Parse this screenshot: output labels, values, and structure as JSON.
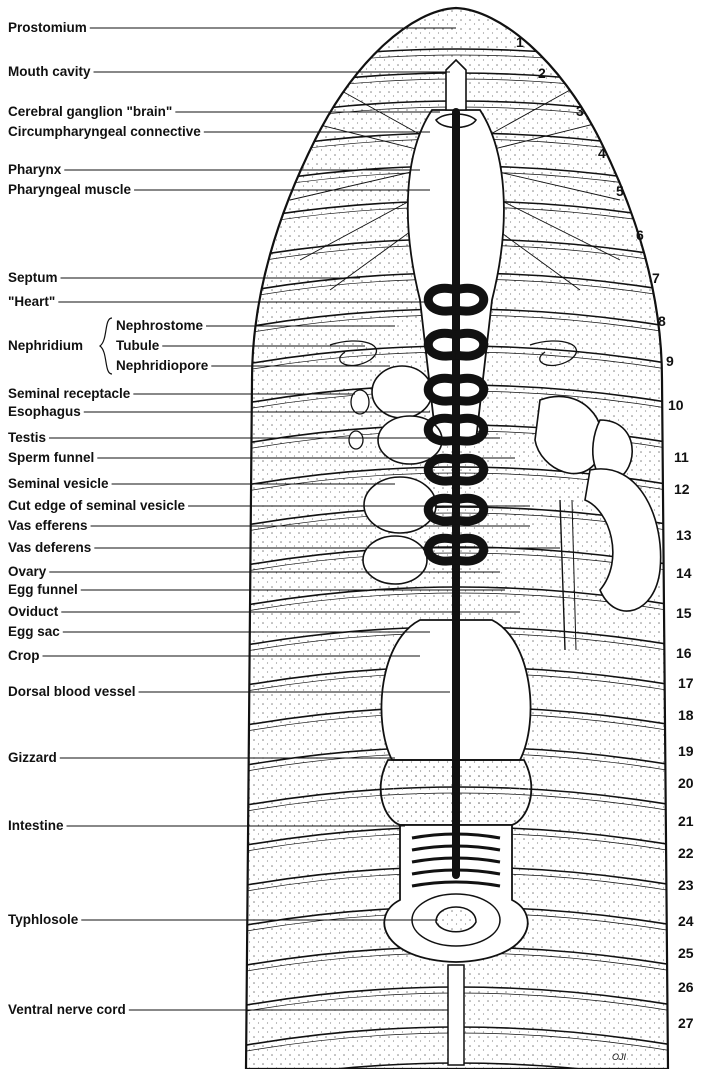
{
  "figure": {
    "colors": {
      "ink": "#111111",
      "paper": "#ffffff",
      "stipple": "#8a8a8a"
    },
    "labels": [
      "Prostomium",
      "Mouth cavity",
      "Cerebral ganglion \"brain\"",
      "Circumpharyngeal connective",
      "Pharynx",
      "Pharyngeal muscle",
      "Septum",
      "\"Heart\"",
      "Nephrostome",
      "Tubule",
      "Nephridiopore",
      "Nephridium",
      "Seminal receptacle",
      "Esophagus",
      "Testis",
      "Sperm funnel",
      "Seminal vesicle",
      "Cut edge of seminal vesicle",
      "Vas efferens",
      "Vas deferens",
      "Ovary",
      "Egg funnel",
      "Oviduct",
      "Egg sac",
      "Crop",
      "Dorsal blood vessel",
      "Gizzard",
      "Intestine",
      "Typhlosole",
      "Ventral nerve cord"
    ],
    "segments": [
      "1",
      "2",
      "3",
      "4",
      "5",
      "6",
      "7",
      "8",
      "9",
      "10",
      "11",
      "12",
      "13",
      "14",
      "15",
      "16",
      "17",
      "18",
      "19",
      "20",
      "21",
      "22",
      "23",
      "24",
      "25",
      "26",
      "27"
    ],
    "signature": "OJI"
  }
}
